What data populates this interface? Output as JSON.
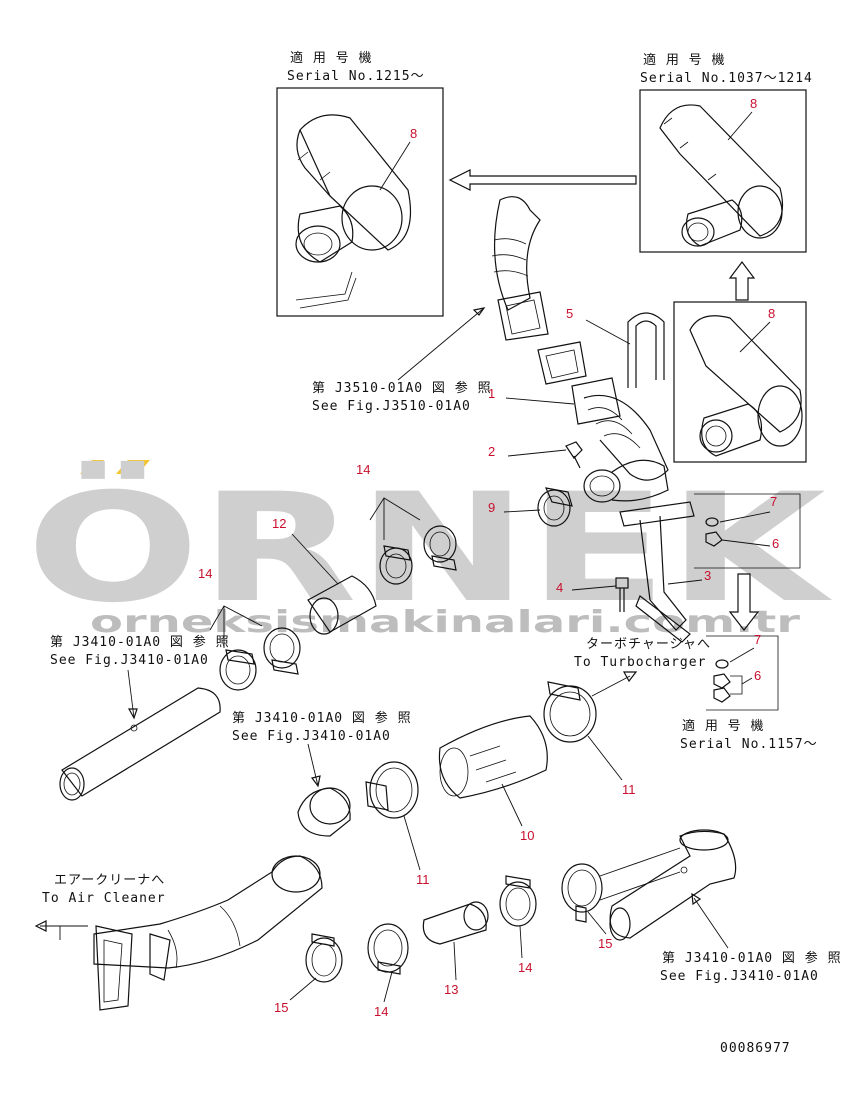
{
  "watermark": {
    "logo_text": "ÖRNEK",
    "url_text": "orneksismakinalari.com.tr",
    "accent_color": "#f2c530",
    "logo_color": "#cfcfcf"
  },
  "notes": {
    "top_left_jp": "適 用 号 機",
    "top_left_serial": "Serial No.1215～",
    "top_right_jp": "適 用 号 機",
    "top_right_serial": "Serial No.1037～1214",
    "mid_right_jp": "適 用 号 機",
    "mid_right_serial": "Serial No.1157～"
  },
  "references": {
    "j3510_jp": "第 J3510-01A0 図 参 照",
    "j3510_en": "See Fig.J3510-01A0",
    "j3410_left_jp": "第 J3410-01A0 図 参 照",
    "j3410_left_en": "See Fig.J3410-01A0",
    "j3410_mid_jp": "第 J3410-01A0 図 参 照",
    "j3410_mid_en": "See Fig.J3410-01A0",
    "j3410_right_jp": "第 J3410-01A0 図 参 照",
    "j3410_right_en": "See Fig.J3410-01A0"
  },
  "directions": {
    "turbo_jp": "ターボチャージャへ",
    "turbo_en": "To Turbocharger",
    "air_cleaner_jp": "エアークリーナへ",
    "air_cleaner_en": "To Air Cleaner"
  },
  "part_numbers": {
    "p1": "1",
    "p2": "2",
    "p3": "3",
    "p4": "4",
    "p5": "5",
    "p6a": "6",
    "p6b": "6",
    "p7a": "7",
    "p7b": "7",
    "p8a": "8",
    "p8b": "8",
    "p8c": "8",
    "p9": "9",
    "p10": "10",
    "p11a": "11",
    "p11b": "11",
    "p12": "12",
    "p13": "13",
    "p14a": "14",
    "p14b": "14",
    "p14c": "14",
    "p14d": "14",
    "p15a": "15",
    "p15b": "15"
  },
  "drawing_id": "00086977"
}
